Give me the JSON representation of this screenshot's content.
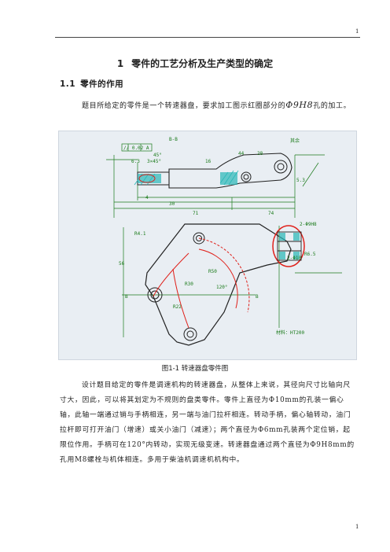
{
  "header": {
    "page_number_top": "1"
  },
  "chapter": {
    "number": "1",
    "title": "零件的工艺分析及生产类型的确定"
  },
  "section": {
    "number": "1.1",
    "title": "零件的作用"
  },
  "paragraph1": {
    "text_before": "题目所给定的零件是一个转速器盘，要求加工图示红圈部分的",
    "symbol": "Φ9H8",
    "text_after": "孔的加工。"
  },
  "figure": {
    "labels": {
      "view_a": "B-B",
      "roughness": "其余",
      "tol_box": "// 0.02 A",
      "dims_top": [
        "6.3",
        "3×45°",
        "45°",
        "16",
        "44",
        "28",
        "5.3",
        "30",
        "4",
        "71",
        "74"
      ],
      "dims_main": [
        "R4.1",
        "2-Φ9H8",
        "2-Φ10",
        "R6.5",
        "56",
        "R50",
        "R30",
        "R22",
        "120°",
        "B",
        "B"
      ],
      "material": "材料：HT200"
    },
    "caption": "图1-1  转速器盘零件图"
  },
  "paragraph2": {
    "text": "设计题目给定的零件是调速机构的转速器盘，从整体上来说，其径向尺寸比轴向尺寸大，因此，可以将其划定为不规则的盘类零件。零件上直径为Φ10mm的孔装一偏心轴，此轴一端通过销与手柄相连，另一端与油门拉杆相连。转动手柄，偏心轴转动，油门拉杆即可打开油门（增速）或关小油门（减速）；两个直径为Φ6mm孔装两个定位销，起限位作用。手柄可在120°内转动，实现无级变速。转速器盘通过两个直径为Φ9H8mm的孔用M8螺栓与机体相连。多用于柴油机调速机机构中。"
  },
  "footer": {
    "page_number_bottom": "1"
  },
  "colors": {
    "drawing_green": "#1a7a1a",
    "drawing_red": "#e0201a",
    "drawing_cyan": "#28b7b7"
  }
}
